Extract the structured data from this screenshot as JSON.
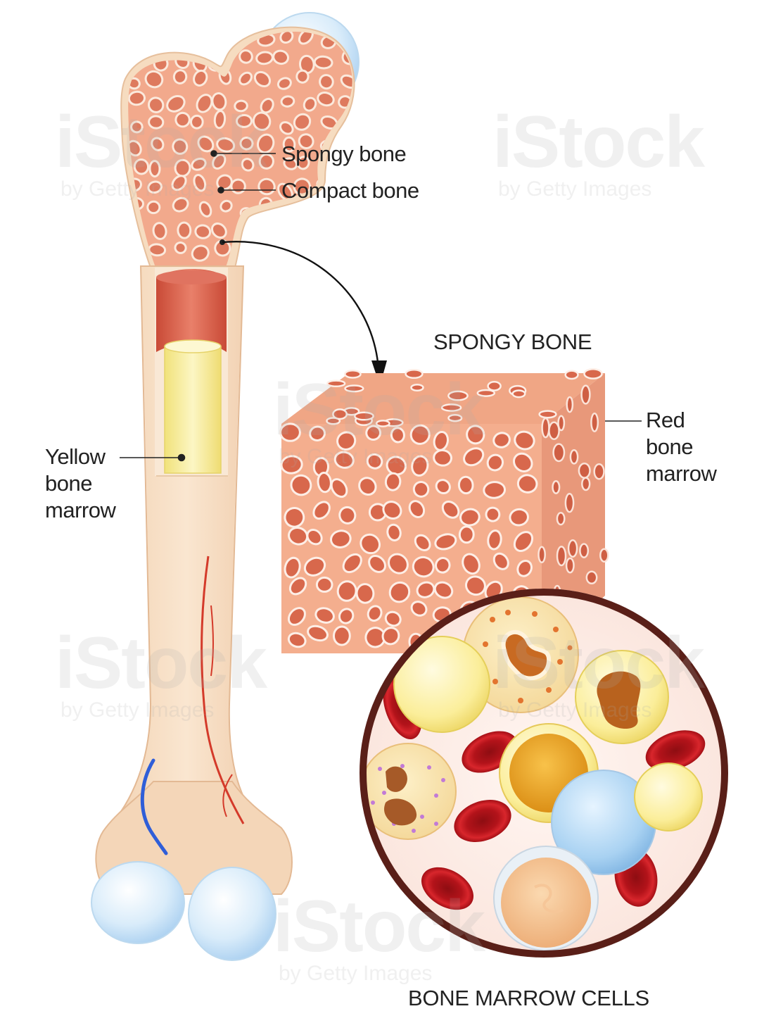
{
  "diagram": {
    "labels": {
      "spongy_bone": "Spongy bone",
      "compact_bone": "Compact bone",
      "yellow_marrow": [
        "Yellow",
        "bone",
        "marrow"
      ],
      "red_marrow": [
        "Red",
        "bone",
        "marrow"
      ]
    },
    "headings": {
      "spongy_bone_panel": "SPONGY BONE",
      "cells_panel": "BONE MARROW CELLS"
    },
    "watermark": {
      "brand": "iStock",
      "tagline": "by Getty Images"
    },
    "colors": {
      "bone": "#f6dcc0",
      "cartilage": "#cfe8f8",
      "spongy_tissue": "#e9967a",
      "red_marrow": "#d9604a",
      "yellow_marrow": "#f8f0a0",
      "artery": "#d43a2a",
      "vein": "#2f5ed8",
      "red_blood_cell": "#c8141c",
      "circle_border": "#5a1f18"
    }
  }
}
